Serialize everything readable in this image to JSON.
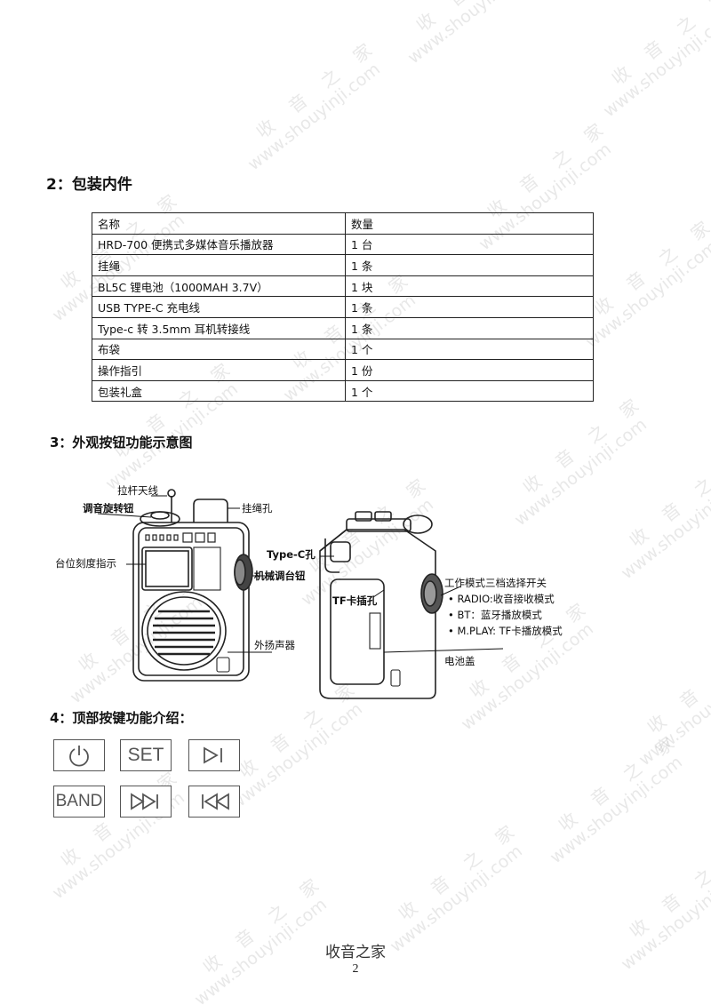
{
  "watermark": {
    "brand": "收音之家",
    "url": "www.shouyinji.com"
  },
  "sections": {
    "packing_title": "2：包装内件",
    "appearance_title": "3：外观按钮功能示意图",
    "top_keys_title": "4：顶部按键功能介绍："
  },
  "packing_table": {
    "headers": [
      "名称",
      "数量"
    ],
    "rows": [
      [
        "HRD-700 便携式多媒体音乐播放器",
        "1 台"
      ],
      [
        "挂绳",
        "1 条"
      ],
      [
        "BL5C  锂电池（1000MAH 3.7V）",
        "1 块"
      ],
      [
        "USB TYPE-C 充电线",
        "1 条"
      ],
      [
        "Type-c  转 3.5mm 耳机转接线",
        "1 条"
      ],
      [
        "布袋",
        "1 个"
      ],
      [
        "操作指引",
        "1 份"
      ],
      [
        "包装礼盒",
        "1 个"
      ]
    ]
  },
  "diagram_labels": {
    "antenna": "拉杆天线",
    "tuning_knob": "调音旋转钮",
    "lanyard_hole": "挂绳孔",
    "dial_indicator": "台位刻度指示",
    "mech_tuning": "机械调台钮",
    "speaker": "外扬声器",
    "typec_port": "Type-C孔",
    "tf_slot": "TF卡插孔",
    "mode_switch": "工作模式三档选择开关",
    "mode_radio": "• RADIO:收音接收模式",
    "mode_bt": "• BT：蓝牙播放模式",
    "mode_mplay": "• M.PLAY: TF卡播放模式",
    "battery_cover": "电池盖"
  },
  "top_keys": {
    "set_label": "SET",
    "band_label": "BAND",
    "icons": [
      "power-icon",
      "play-pause-icon",
      "next-track-icon",
      "previous-track-icon"
    ]
  },
  "footer": {
    "brand": "收音之家",
    "page_number": "2"
  }
}
